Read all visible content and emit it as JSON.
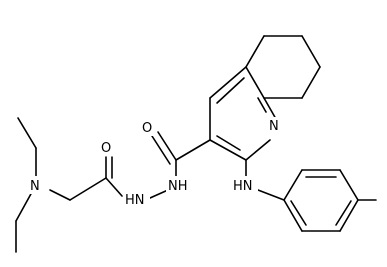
{
  "molecule": {
    "atoms": {
      "carbonyl_oxygen_amide": "O",
      "carbonyl_oxygen_hydrazide": "O",
      "diethylamine_nitrogen": "N",
      "pyridine_nitrogen": "N",
      "hydrazide_nh_1": "NH",
      "hydrazide_nh_2": "HN",
      "aniline_nh": "HN"
    }
  }
}
